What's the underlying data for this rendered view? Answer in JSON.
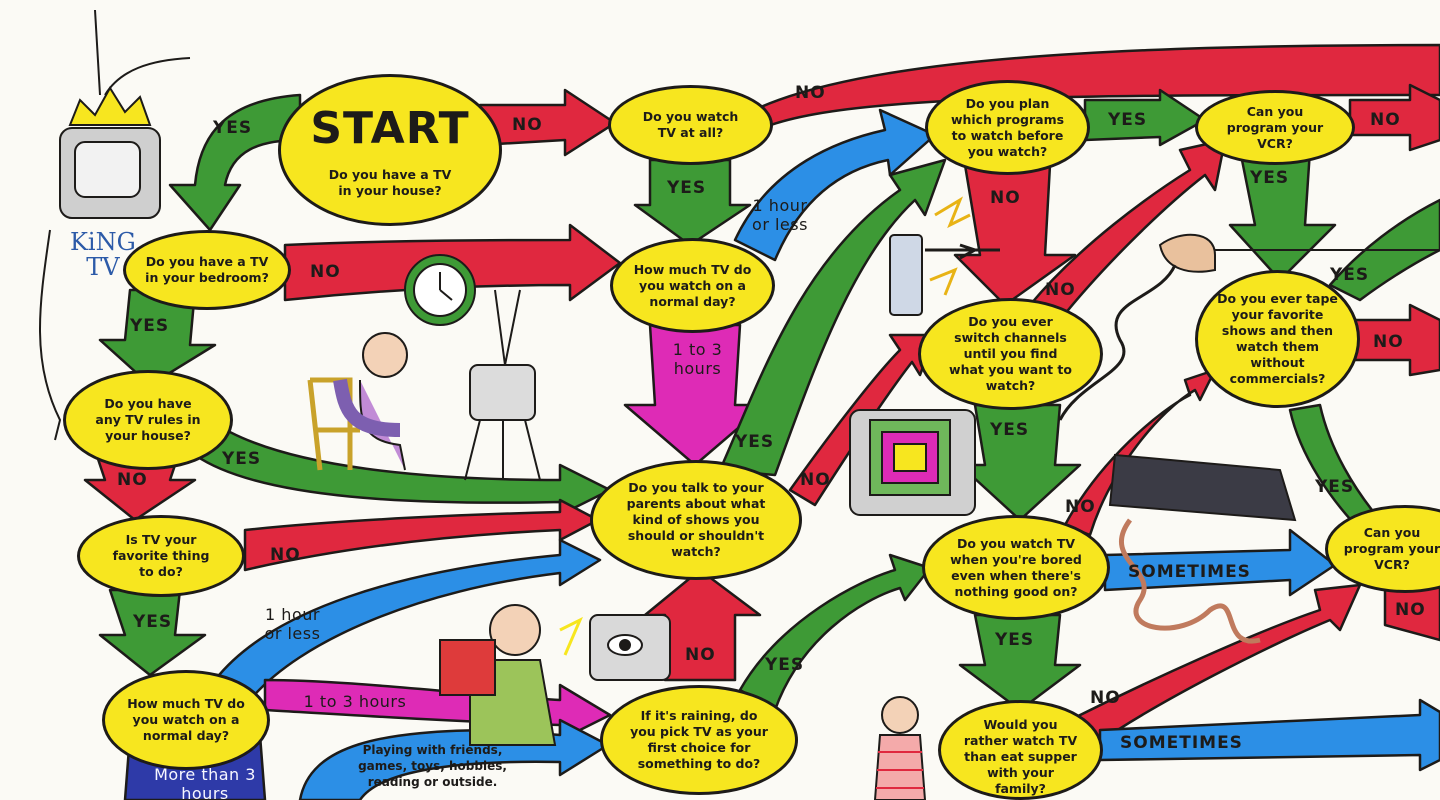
{
  "title": "START",
  "brand": {
    "line1": "KiNG",
    "line2": "TV"
  },
  "colors": {
    "yes": "#3e9a36",
    "no": "#e0283f",
    "info": "#2c8fe6",
    "magenta": "#de2bb6",
    "node": "#f7e61f"
  },
  "nodes": {
    "start": "Do you have a TV in your house?",
    "watch_tv": "Do you watch TV at all?",
    "plan": "Do you plan which programs to watch before you watch?",
    "vcr1": "Can you program your VCR?",
    "bedroom": "Do you have a TV in your bedroom?",
    "how_much_top": "How much TV do you watch on a normal day?",
    "tape": "Do you ever tape your favorite shows and then watch them without commercials?",
    "rules": "Do you have any TV rules in your house?",
    "switch": "Do you ever switch channels until you find what you want to watch?",
    "talk": "Do you talk to your parents about what kind of shows you should or shouldn't watch?",
    "favorite": "Is TV your favorite thing to do?",
    "bored": "Do you watch TV when you're bored even when there's nothing good on?",
    "vcr2": "Can you program your VCR?",
    "how_much_bottom": "How much TV do you watch on a normal day?",
    "raining": "If it's raining, do you pick TV as your first choice for something to do?",
    "supper": "Would you rather watch TV than eat supper with your family?",
    "playing": "Playing with friends, games, toys, hobbies, reading or outside."
  },
  "labels": {
    "yes": "YES",
    "no": "NO",
    "one_hour": "1 hour or less",
    "one_to_three": "1 to 3 hours",
    "one_to_three_h": "1 to 3 hours",
    "more_than": "More than 3 hours",
    "sometimes": "SOMETIMES"
  }
}
